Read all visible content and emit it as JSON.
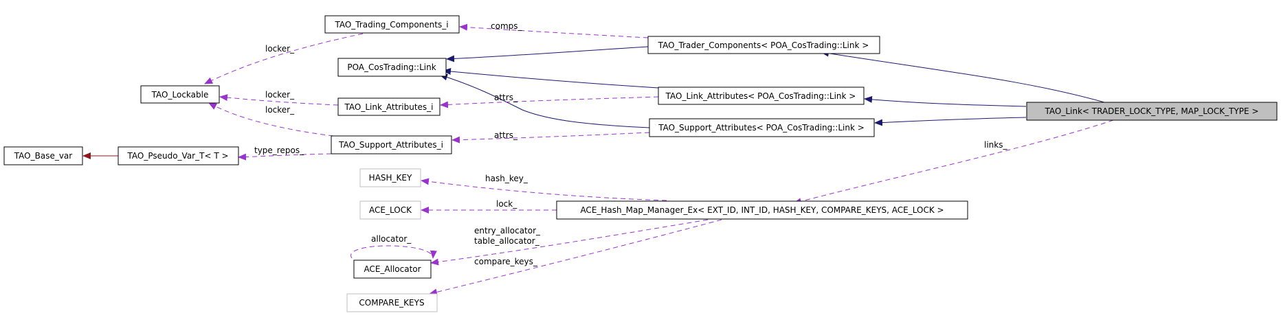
{
  "colors": {
    "inheritance": "#191970",
    "usage": "#9a32cd",
    "private_inheritance": "#8b1a1a",
    "focus_fill": "#bfbfbf",
    "grey_border": "#bfbfbf"
  },
  "nodes": {
    "tao_link": "TAO_Link< TRADER_LOCK_TYPE, MAP_LOCK_TYPE >",
    "trader_components": "TAO_Trader_Components< POA_CosTrading::Link >",
    "link_attributes": "TAO_Link_Attributes< POA_CosTrading::Link >",
    "support_attributes": "TAO_Support_Attributes< POA_CosTrading::Link >",
    "trading_components_i": "TAO_Trading_Components_i",
    "poa_link": "POA_CosTrading::Link",
    "lockable": "TAO_Lockable",
    "link_attributes_i": "TAO_Link_Attributes_i",
    "support_attributes_i": "TAO_Support_Attributes_i",
    "base_var": "TAO_Base_var",
    "pseudo_var": "TAO_Pseudo_Var_T< T >",
    "hash_key": "HASH_KEY",
    "ace_lock": "ACE_LOCK",
    "hash_map": "ACE_Hash_Map_Manager_Ex< EXT_ID, INT_ID, HASH_KEY, COMPARE_KEYS, ACE_LOCK >",
    "allocator": "ACE_Allocator",
    "compare_keys": "COMPARE_KEYS"
  },
  "edge_labels": {
    "comps": "comps_",
    "locker_top": "locker_",
    "locker_mid": "locker_",
    "locker_low": "locker_",
    "attrs_link": "attrs_",
    "attrs_support": "attrs_",
    "type_repos": "type_repos_",
    "links": "links_",
    "hash_key": "hash_key_",
    "lock": "lock_",
    "allocator_self": "allocator_",
    "entry_allocator": "entry_allocator_",
    "table_allocator": "table_allocator_",
    "compare_keys": "compare_keys_"
  }
}
